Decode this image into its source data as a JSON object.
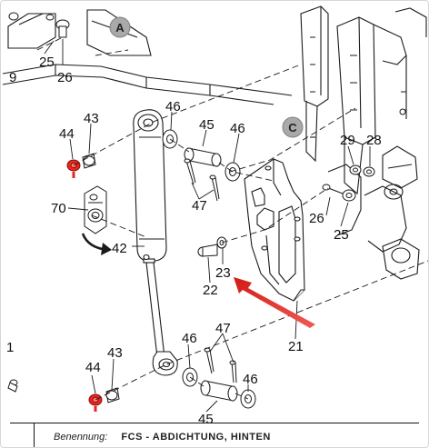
{
  "callouts": {
    "n9": "9",
    "n25a": "25",
    "n26a": "26",
    "n46a": "46",
    "n43a": "43",
    "n44a": "44",
    "n45a": "45",
    "n46b": "46",
    "n47a": "47",
    "n70": "70",
    "n42": "42",
    "n22": "22",
    "n23": "23",
    "n29": "29",
    "n28": "28",
    "n26b": "26",
    "n25b": "25",
    "n21": "21",
    "n1": "1",
    "n43b": "43",
    "n44b": "44",
    "n46c": "46",
    "n47b": "47",
    "n46d": "46",
    "n45b": "45"
  },
  "badges": {
    "a": "A",
    "c": "C"
  },
  "footer": {
    "label": "Benennung:",
    "value": "FCS - ABDICHTUNG, HINTEN"
  },
  "colors": {
    "line": "#1a1a1a",
    "highlight": "#e8261f",
    "badge_fill": "#a9a9a9",
    "arrow": "#e23a36"
  }
}
